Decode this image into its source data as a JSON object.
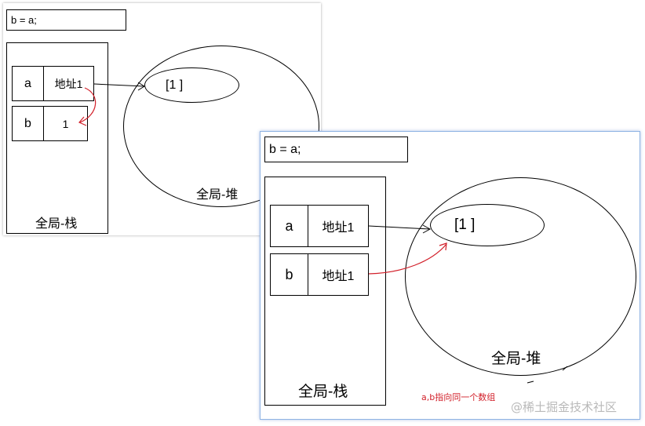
{
  "back_panel": {
    "code": "b = a;",
    "stack_label": "全局-栈",
    "heap_label": "全局-堆",
    "array_text": "[1 ]",
    "var_a": {
      "name": "a",
      "value": "地址1"
    },
    "var_b": {
      "name": "b",
      "value": "1"
    }
  },
  "front_panel": {
    "code": "b = a;",
    "stack_label": "全局-栈",
    "heap_label": "全局-堆",
    "array_text": "[1 ]",
    "var_a": {
      "name": "a",
      "value": "地址1"
    },
    "var_b": {
      "name": "b",
      "value": "地址1"
    },
    "note": "a,b指向同一个数组"
  },
  "watermark": "@稀土掘金技术社区",
  "colors": {
    "line": "#000000",
    "highlight_arrow": "#d2202a",
    "note_text": "#d2202a",
    "panel_border": "#8fb3e3",
    "watermark": "#b9b9b9"
  }
}
